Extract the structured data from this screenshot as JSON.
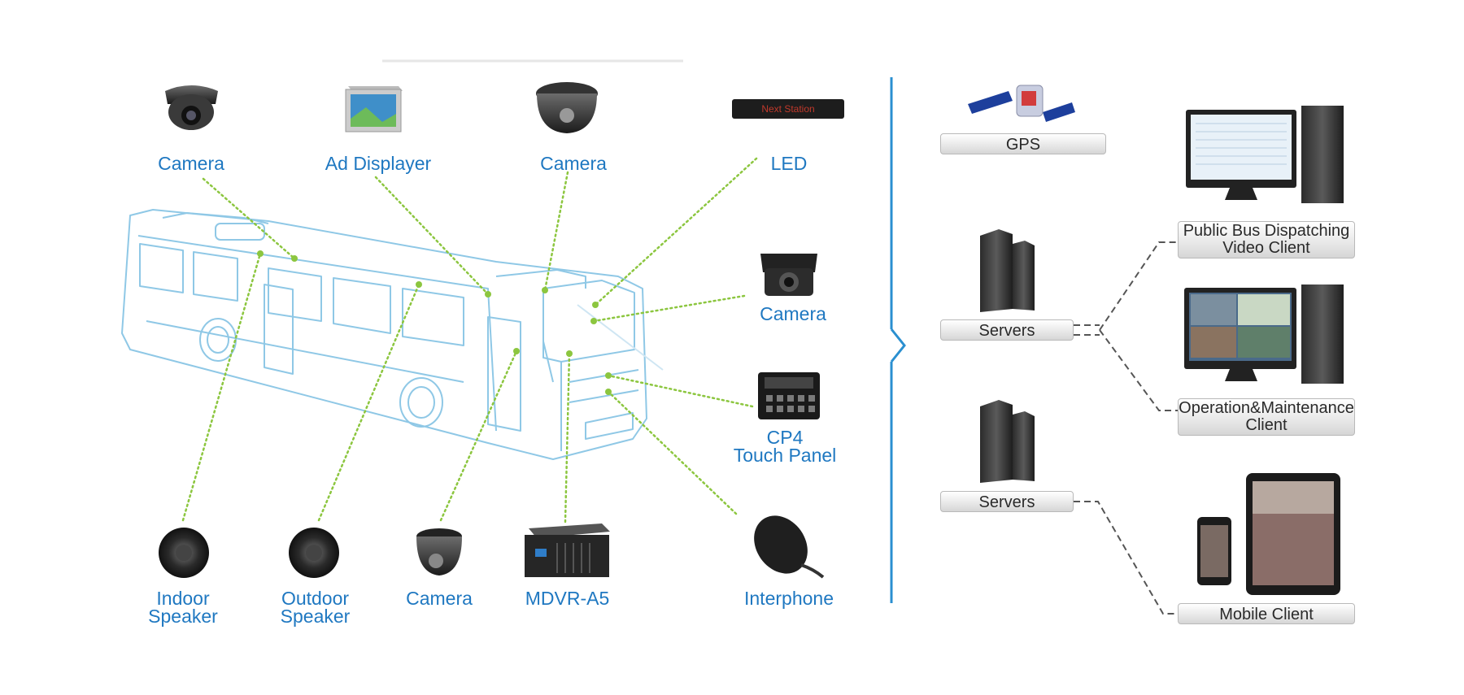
{
  "left_devices": {
    "top_camera_1": "Camera",
    "ad_displayer": "Ad Displayer",
    "top_camera_2": "Camera",
    "led": "LED",
    "led_screen_text": "Next Station",
    "rear_camera": "Camera",
    "touch_panel": [
      "CP4",
      "Touch Panel"
    ],
    "indoor_speaker": [
      "Indoor",
      "Speaker"
    ],
    "outdoor_speaker": [
      "Outdoor",
      "Speaker"
    ],
    "bottom_camera": "Camera",
    "mdvr": "MDVR-A5",
    "interphone": "Interphone"
  },
  "right_system": {
    "gps": "GPS",
    "servers_1": "Servers",
    "servers_2": "Servers",
    "dispatch_client": [
      "Public Bus Dispatching",
      "Video Client"
    ],
    "om_client": [
      "Operation&Maintenance",
      "Client"
    ],
    "mobile_client": "Mobile Client"
  },
  "colors": {
    "label_blue": "#1f78c1",
    "connector_green": "#8cc63f",
    "bus_outline": "#8fc8e6",
    "divider": "#2a8fd0",
    "dashed_link": "#555555"
  }
}
